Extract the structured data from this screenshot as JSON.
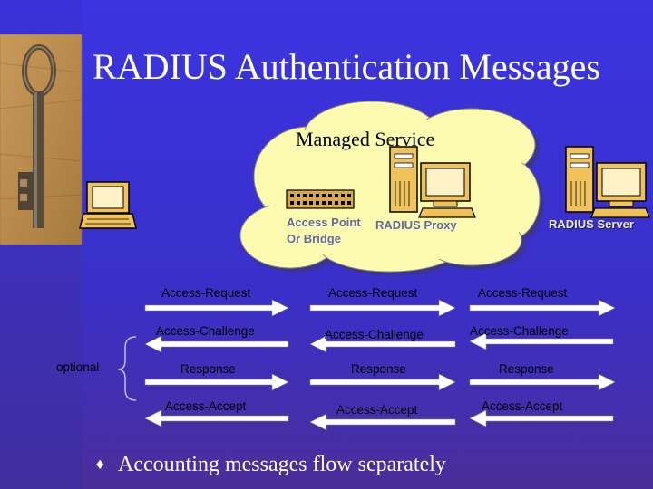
{
  "title": "RADIUS Authentication Messages",
  "cloud_label": "Managed Service",
  "devices": {
    "access_point_line1": "Access Point",
    "access_point_line2": "Or Bridge",
    "proxy": "RADIUS Proxy",
    "server": "RADIUS Server"
  },
  "messages": {
    "col1": [
      "Access-Request",
      "Access-Challenge",
      "Response",
      "Access-Accept"
    ],
    "col2": [
      "Access-Request",
      "Access-Challenge",
      "Response",
      "Access-Accept"
    ],
    "col3": [
      "Access-Request",
      "Access-Challenge",
      "Response",
      "Access-Accept"
    ]
  },
  "optional_label": "optional",
  "bullet_glyph": "♦",
  "footer_text": "Accounting messages flow separately",
  "icons": [
    "key-image",
    "laptop-icon",
    "switch-icon",
    "proxy-computer-icon",
    "server-computer-icon",
    "arrow-right-icon",
    "arrow-left-icon",
    "brace-icon"
  ]
}
